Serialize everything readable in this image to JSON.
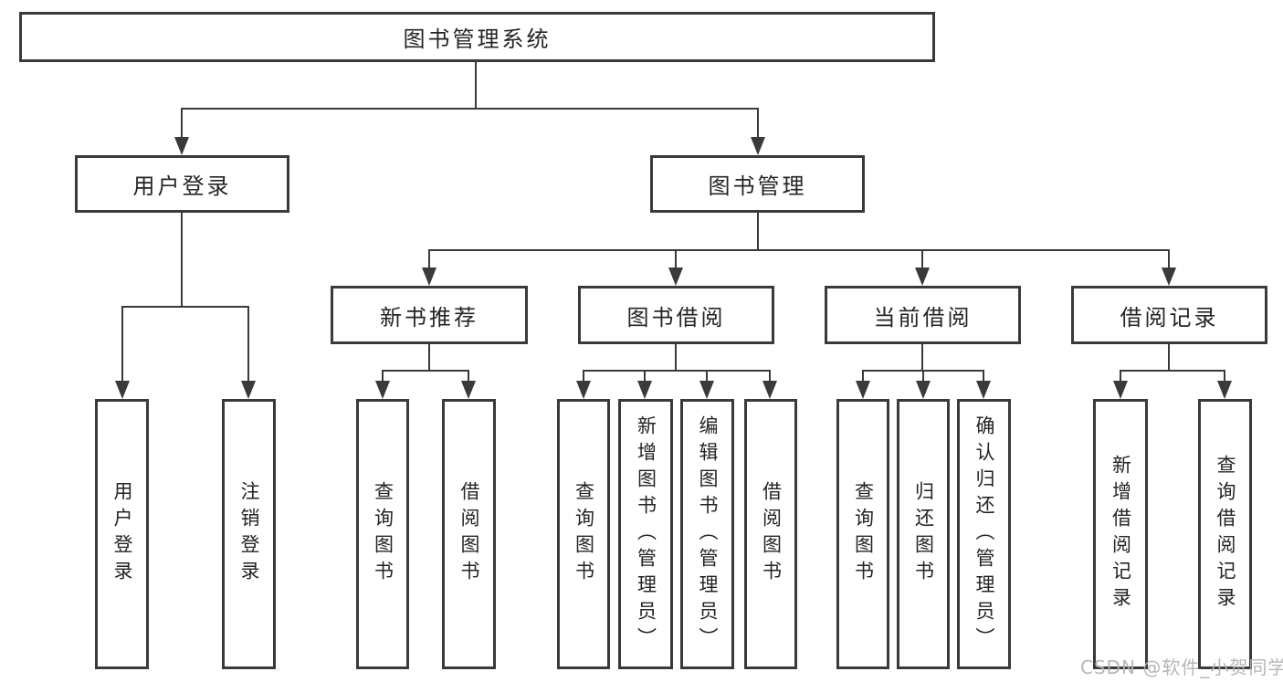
{
  "diagram": {
    "root": {
      "label": "图书管理系统"
    },
    "branches": {
      "user_login": {
        "label": "用户登录",
        "leaves": {
          "login": "用户登录",
          "logout": "注销登录"
        }
      },
      "book_mgmt": {
        "label": "图书管理",
        "sections": {
          "new_book_rec": {
            "label": "新书推荐",
            "leaves": {
              "query_books": "查询图书",
              "borrow_books": "借阅图书"
            }
          },
          "book_borrow": {
            "label": "图书借阅",
            "leaves": {
              "query_books": "查询图书",
              "add_books": "新增图书（管理员）",
              "edit_books": "编辑图书（管理员）",
              "borrow_books": "借阅图书"
            }
          },
          "current_borrow": {
            "label": "当前借阅",
            "leaves": {
              "query_books": "查询图书",
              "return_books": "归还图书",
              "confirm_return": "确认归还（管理员）"
            }
          },
          "borrow_records": {
            "label": "借阅记录",
            "leaves": {
              "add_record": "新增借阅记录",
              "query_record": "查询借阅记录"
            }
          }
        }
      }
    },
    "watermark": "CSDN @软件_小贺同学",
    "colors": {
      "line": "#3a3a3a",
      "text": "#242424",
      "watermark": "#b3b3b3",
      "background": "#ffffff"
    }
  }
}
